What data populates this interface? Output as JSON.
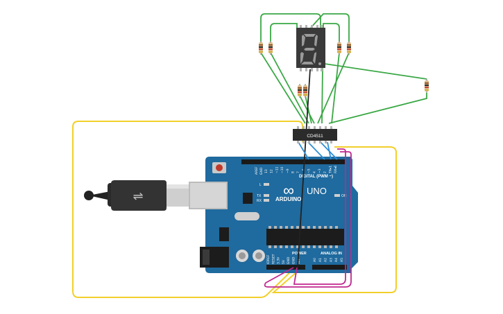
{
  "colors": {
    "wire_green": "#3aa845",
    "wire_yellow": "#f2cf2a",
    "wire_magenta": "#c0288f",
    "wire_blue": "#2d8fd6",
    "wire_black": "#222222",
    "board_blue": "#1f6a9e",
    "ic_black": "#2b2b2b",
    "resistor_body": "#d9b98a"
  },
  "components": {
    "display": {
      "digit": "8"
    },
    "decoder": {
      "label": "CD4511"
    },
    "arduino": {
      "brand": "ARDUINO",
      "model": "UNO",
      "digital_label": "DIGITAL (PWM ~)",
      "power_label": "POWER",
      "analog_label": "ANALOG IN",
      "on_label": "ON",
      "led_l": "L",
      "led_tx": "TX",
      "led_rx": "RX",
      "aref": "AREF",
      "gnd": "GND",
      "digital_pins": [
        "13",
        "12",
        "~11",
        "~10",
        "~9",
        "8",
        "7",
        "~6",
        "~5",
        "4",
        "~3",
        "2",
        "TX▸1",
        "RX◂0"
      ],
      "power_pins": [
        "IOREF",
        "RESET",
        "3.3V",
        "5V",
        "GND",
        "GND",
        "Vin"
      ],
      "analog_pins": [
        "A0",
        "A1",
        "A2",
        "A3",
        "A4",
        "A5"
      ]
    }
  }
}
